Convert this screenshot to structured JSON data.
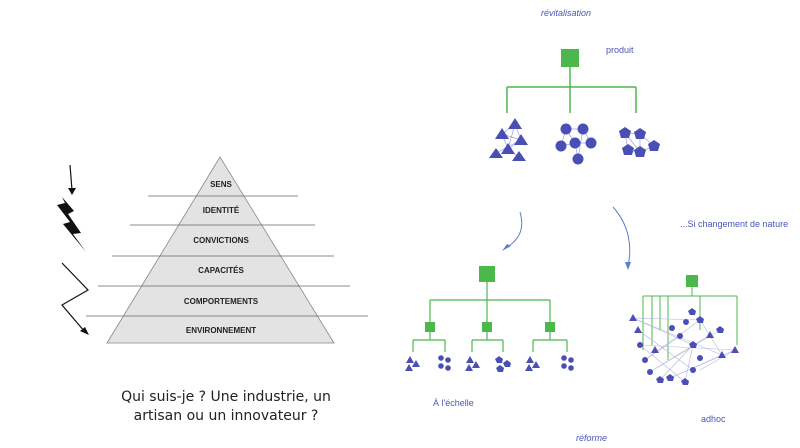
{
  "pyramid": {
    "levels": [
      "SENS",
      "IDENTITÉ",
      "CONVICTIONS",
      "CAPACITÉS",
      "COMPORTEMENTS",
      "ENVIRONNEMENT"
    ]
  },
  "question": {
    "line1": "Qui suis-je ? Une industrie, un",
    "line2": "artisan ou un innovateur ?"
  },
  "labels": {
    "revitalisation": "révitalisation",
    "produit": "produit",
    "changement": "...Si changement de nature",
    "echelle": "À l'échelle",
    "adhoc": "adhoc",
    "reforme": "réforme"
  },
  "colors": {
    "green": "#4cb84c",
    "blue": "#4a4fb5",
    "pyramid_fill": "#e3e3e3",
    "arrow": "#5a7fcf"
  }
}
